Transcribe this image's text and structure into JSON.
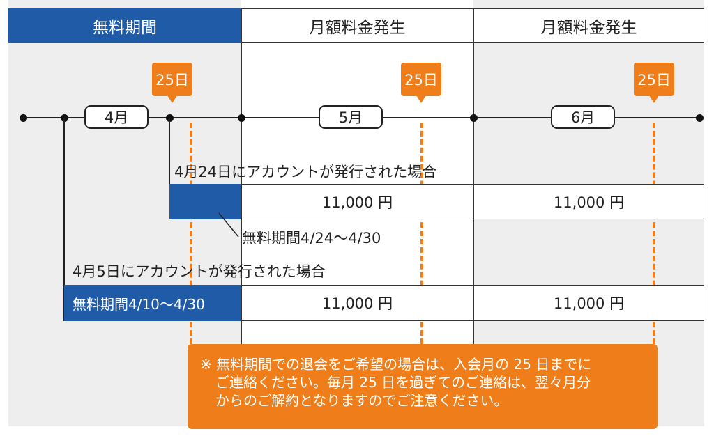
{
  "header": {
    "free_period": "無料期間",
    "paid_col1": "月額料金発生",
    "paid_col2": "月額料金発生"
  },
  "timeline": {
    "months": [
      "4月",
      "5月",
      "6月"
    ],
    "deadline_label": "25日"
  },
  "case_late": {
    "caption": "4月24日にアカウントが発行された場合",
    "free_label": "無料期間4/24～4/30",
    "fee_may": "11,000 円",
    "fee_june": "11,000 円"
  },
  "case_early": {
    "caption": "4月5日にアカウントが発行された場合",
    "free_label": "無料期間4/10～4/30",
    "fee_may": "11,000 円",
    "fee_june": "11,000 円"
  },
  "note": {
    "line1": "※ 無料期間での退会をご希望の場合は、入会月の 25 日までに",
    "line2": "ご連絡ください。毎月 25 日を過ぎてのご連絡は、翌々月分",
    "line3": "からのご解約となりますのでご注意ください。"
  },
  "colors": {
    "brand_blue": "#1f5ba6",
    "accent_orange": "#ee7d1a",
    "column_gray": "#eeeeee"
  }
}
